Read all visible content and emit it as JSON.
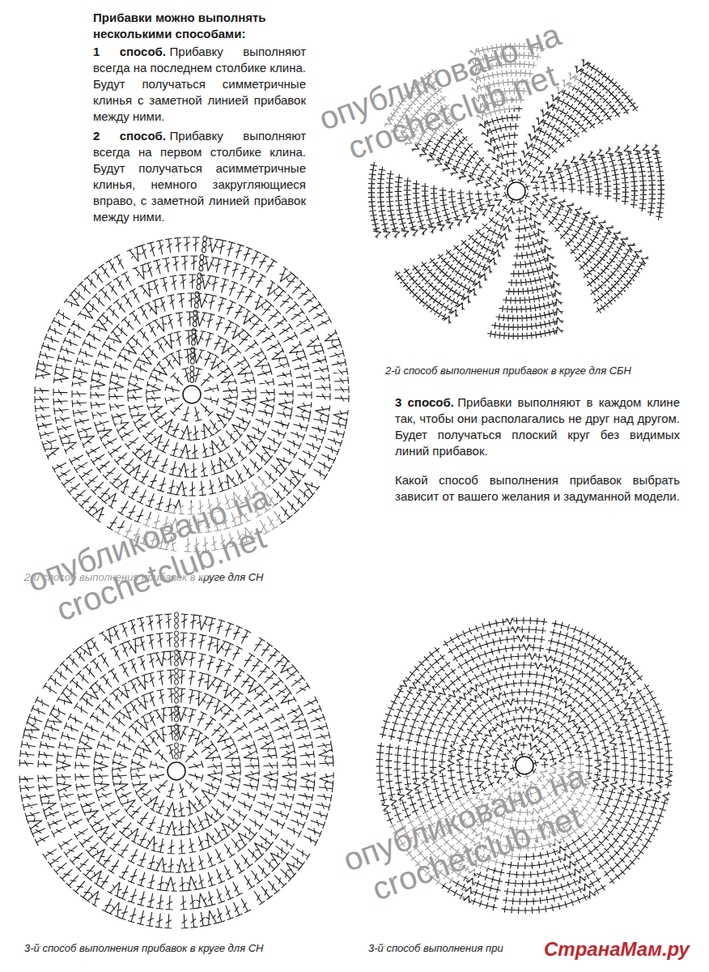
{
  "diagram": {
    "title": "Прибавки можно выполнять несколькими способами:",
    "labels": [
      "1 способ.",
      "Прибавку выполняют всегда на последнем столбике клина. Будут получаться симметричные клинья с заметной линией прибавок между ними.",
      "2 способ.",
      "Прибавку выполняют всегда на первом столбике клина. Будут получаться асимметричные клинья, немного закругляющиеся вправо, с заметной линией прибавок между ними.",
      "2-й способ выполнения прибавок в круге для СБН",
      "3 способ.",
      "Прибавки выполняют в каждом клине так, чтобы они располагались не друг над другом. Будет получаться плоский круг без видимых линий прибавок.",
      "Какой способ выполнения прибавок выбрать зависит от вашего желания и задуманной модели.",
      "2-й способ выполнения прибавок в круге для СН",
      "3-й способ выполнения прибавок в круге для СН",
      "3-й способ выполнения при",
      "опубликовано на",
      "crochetclub.net",
      "опубликовано на",
      "crochetclub.net",
      "опубликовано на",
      "crochetclub.net",
      "СтранаМам.ру"
    ]
  }
}
